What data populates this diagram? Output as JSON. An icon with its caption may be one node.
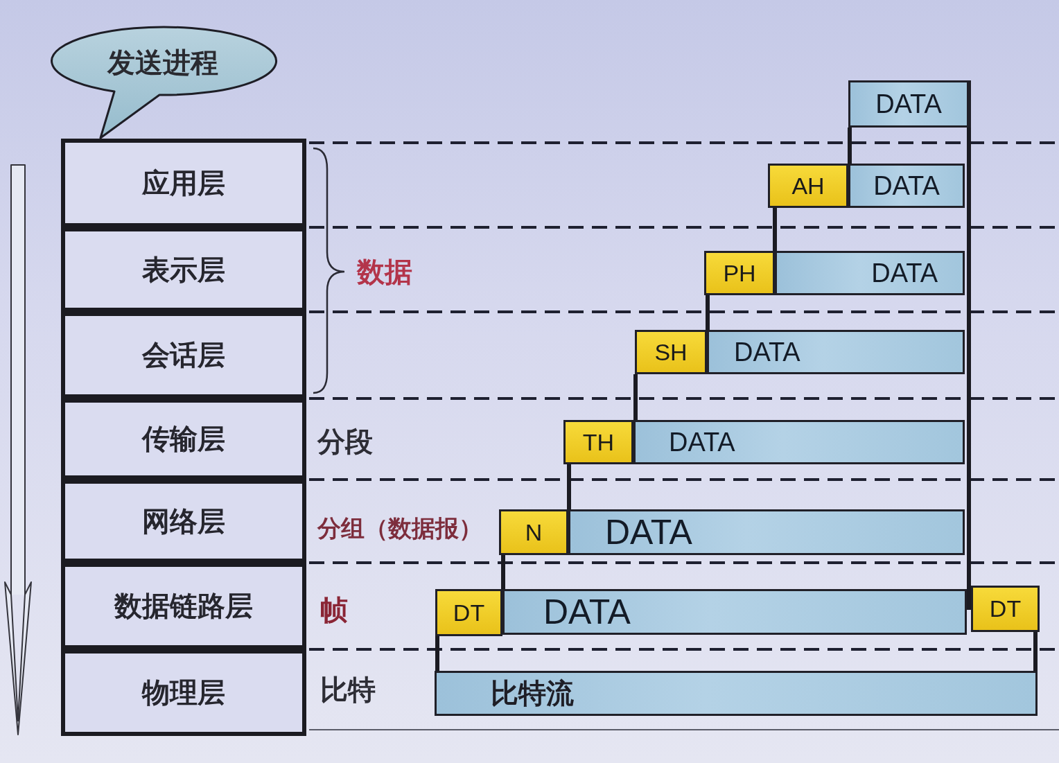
{
  "diagram": {
    "nodes": [
      {
        "text": [
          "发送进程"
        ]
      },
      {
        "text": [
          "应用层"
        ]
      },
      {
        "text": [
          "表示层"
        ]
      },
      {
        "text": [
          "会话层"
        ]
      },
      {
        "text": [
          "传输层"
        ]
      },
      {
        "text": [
          "网络层"
        ]
      },
      {
        "text": [
          "数据链路层"
        ]
      },
      {
        "text": [
          "物理层"
        ]
      },
      {
        "text": [
          "DATA"
        ]
      },
      {
        "text": [
          "AH"
        ]
      },
      {
        "text": [
          "DATA"
        ]
      },
      {
        "text": [
          "PH"
        ]
      },
      {
        "text": [
          "DATA"
        ]
      },
      {
        "text": [
          "SH"
        ]
      },
      {
        "text": [
          "DATA"
        ]
      },
      {
        "text": [
          "TH"
        ]
      },
      {
        "text": [
          "DATA"
        ]
      },
      {
        "text": [
          "N"
        ]
      },
      {
        "text": [
          "DATA"
        ]
      },
      {
        "text": [
          "DT"
        ]
      },
      {
        "text": [
          "DATA"
        ]
      },
      {
        "text": [
          "DT"
        ]
      },
      {
        "text": [
          "比特流"
        ]
      }
    ],
    "edges": [
      {
        "from": 8,
        "to": 10,
        "arrow": "none"
      },
      {
        "from": 9,
        "to": 12,
        "arrow": "none"
      },
      {
        "from": 11,
        "to": 14,
        "arrow": "none"
      },
      {
        "from": 13,
        "to": 16,
        "arrow": "none"
      },
      {
        "from": 15,
        "to": 18,
        "arrow": "none"
      },
      {
        "from": 17,
        "to": 20,
        "arrow": "none"
      },
      {
        "from": 19,
        "to": 22,
        "arrow": "none"
      },
      {
        "from": 8,
        "to": 21,
        "arrow": "none"
      },
      {
        "from": 21,
        "to": 22,
        "arrow": "none"
      }
    ],
    "labels": [
      "数据",
      "分段",
      "分组（数据报）",
      "帧",
      "比特"
    ]
  }
}
